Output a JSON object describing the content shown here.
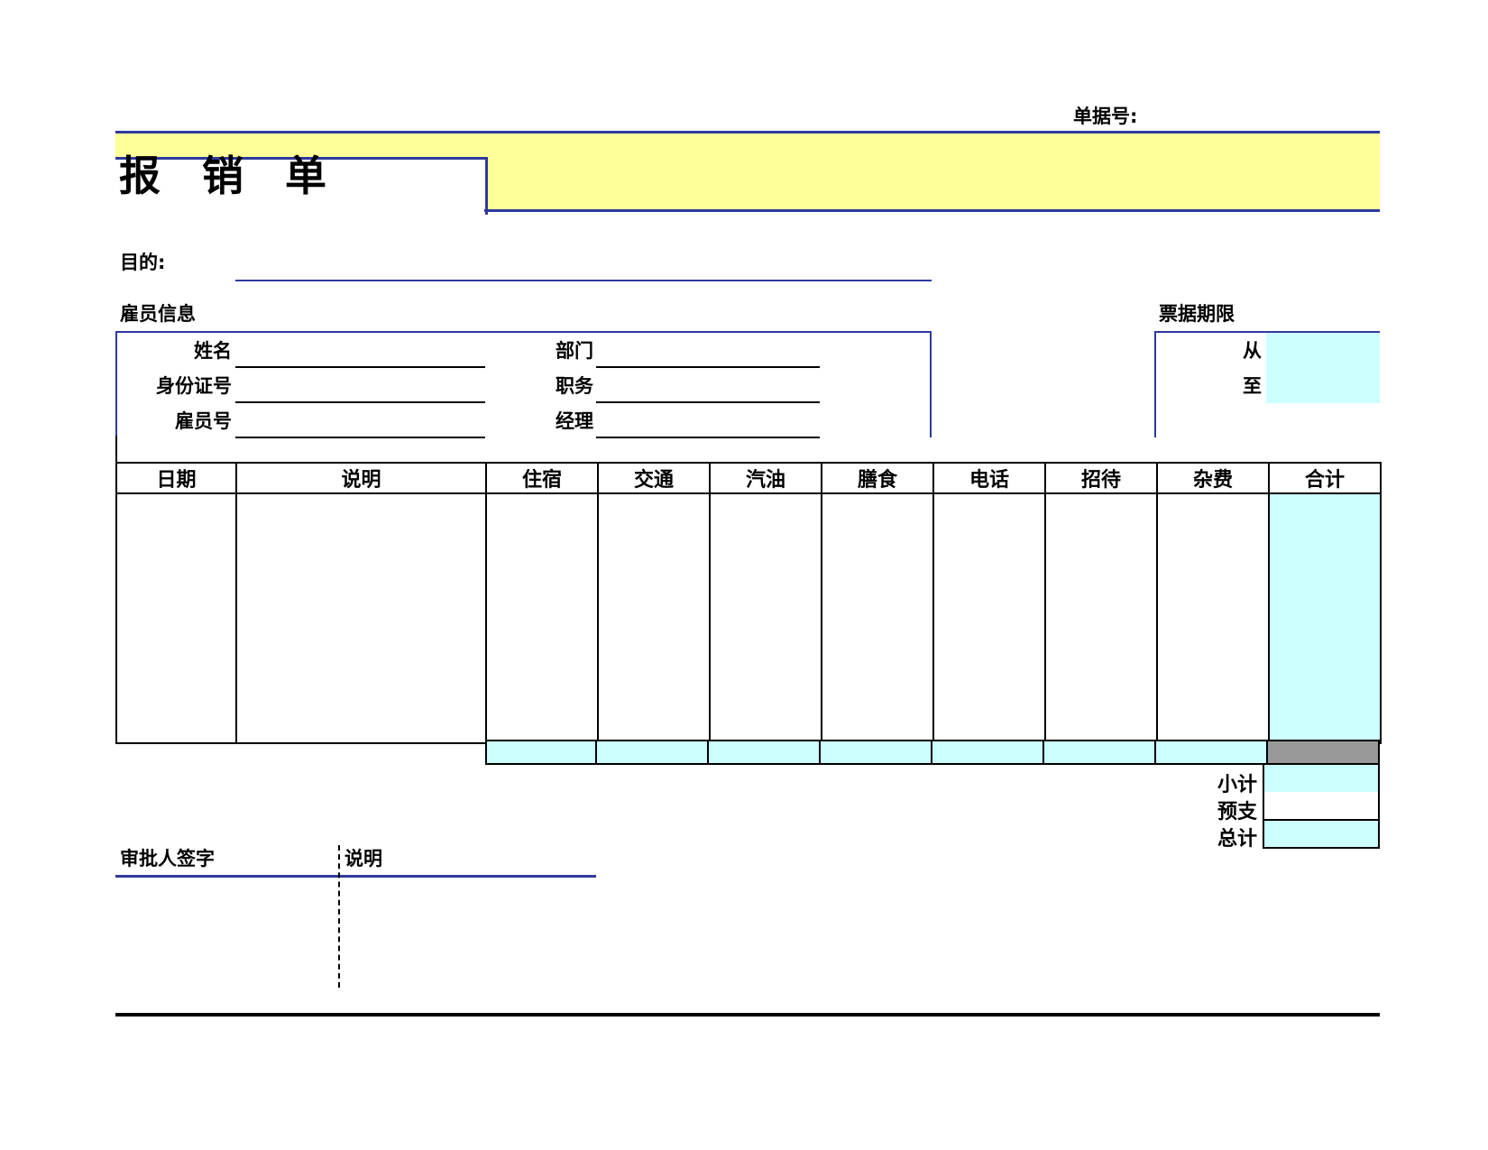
{
  "doc": {
    "number_label": "单据号:",
    "title": "报销单",
    "purpose_label": "目的:",
    "employee_section": "雇员信息",
    "period_section": "票据期限",
    "fields": {
      "name": "姓名",
      "id_number": "身份证号",
      "employee_no": "雇员号",
      "department": "部门",
      "position": "职务",
      "manager": "经理"
    },
    "period": {
      "from": "从",
      "to": "至"
    },
    "columns": [
      "日期",
      "说明",
      "住宿",
      "交通",
      "汽油",
      "膳食",
      "电话",
      "招待",
      "杂费",
      "合计"
    ],
    "summary": {
      "subtotal": "小计",
      "advance": "预支",
      "total": "总计"
    },
    "approver_label": "审批人签字",
    "notes_label": "说明"
  },
  "colors": {
    "accent_blue": "#2e3a9c",
    "banner_yellow": "#ffff99",
    "cell_cyan": "#ccffff",
    "grey_cell": "#999999"
  }
}
